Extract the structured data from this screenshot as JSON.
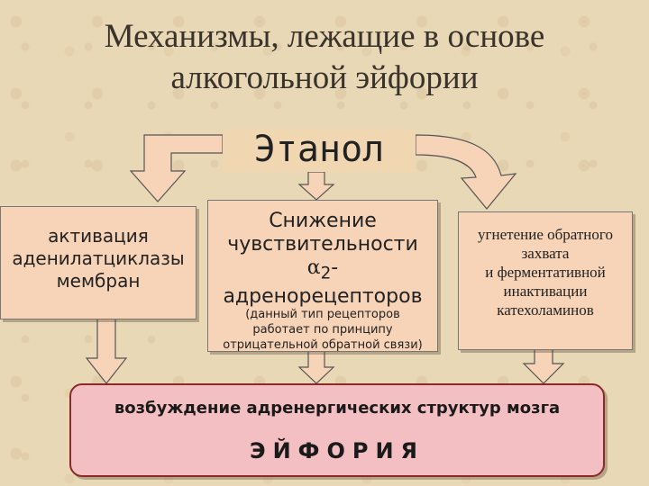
{
  "title": {
    "line1": "Механизмы, лежащие в основе",
    "line2": "алкогольной эйфории"
  },
  "ethanol": "Этанол",
  "left_box": {
    "line1": "активация",
    "line2": "аденилатциклазы",
    "line3": "мембран"
  },
  "middle_box": {
    "line1": "Снижение",
    "line2": "чувствительности",
    "alpha": "α",
    "alpha_sub": "2",
    "line3_rest": "-адренорецепторов",
    "note1": "(данный тип рецепторов",
    "note2": "работает по принципу",
    "note3": "отрицательной обратной связи)"
  },
  "right_box": {
    "line1": "угнетение обратного",
    "line2": "захвата",
    "line3": "и ферментативной",
    "line4": "инактивации",
    "line5": "катехоламинов"
  },
  "bottom_box": {
    "line1": "возбуждение адренергических структур мозга",
    "line2": "ЭЙФОРИЯ"
  },
  "colors": {
    "background": "#e9d8b6",
    "box_fill": "#f7d3b7",
    "bottom_fill": "#f3bfc2",
    "bottom_border": "#8b2a2a",
    "arrow_fill": "#f7d3b7"
  }
}
